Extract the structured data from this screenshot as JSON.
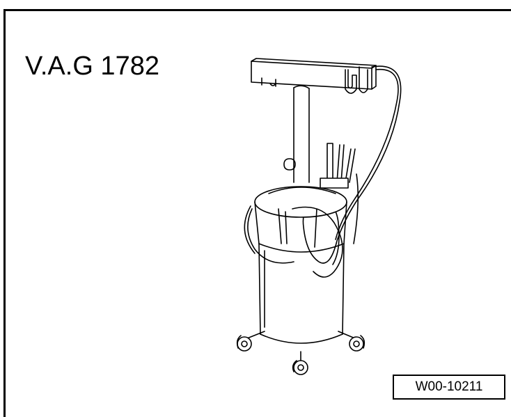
{
  "figure": {
    "tool_label": "V.A.G 1782",
    "reference_code": "W00-10211",
    "illustration": "oil-extractor-drawing"
  },
  "colors": {
    "line": "#000000",
    "background": "#ffffff"
  }
}
